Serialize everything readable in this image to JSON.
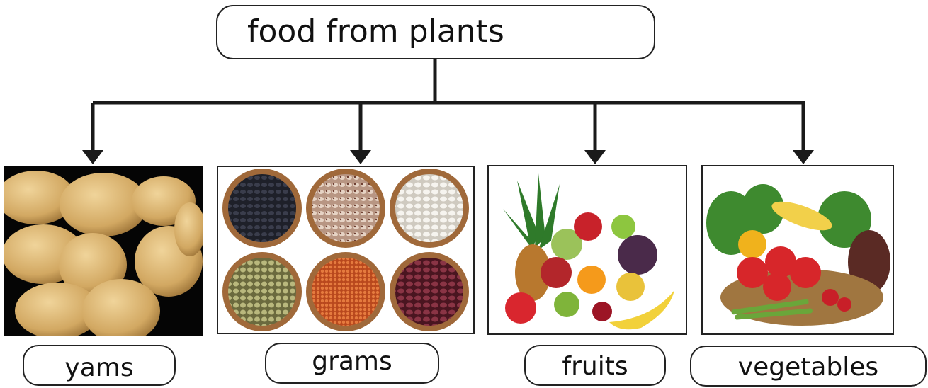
{
  "root": {
    "label": "food from plants"
  },
  "categories": [
    {
      "id": "yams",
      "label": "yams",
      "image": "potatoes"
    },
    {
      "id": "grams",
      "label": "grams",
      "image": "beans-in-bowls"
    },
    {
      "id": "fruits",
      "label": "fruits",
      "image": "fruit-pile"
    },
    {
      "id": "vegetables",
      "label": "vegetables",
      "image": "vegetable-basket"
    }
  ],
  "colors": {
    "line": "#1a1a1a",
    "potato": "#d9b36e",
    "bean_red": "#7b2e3a",
    "lentil": "#d4602a"
  }
}
